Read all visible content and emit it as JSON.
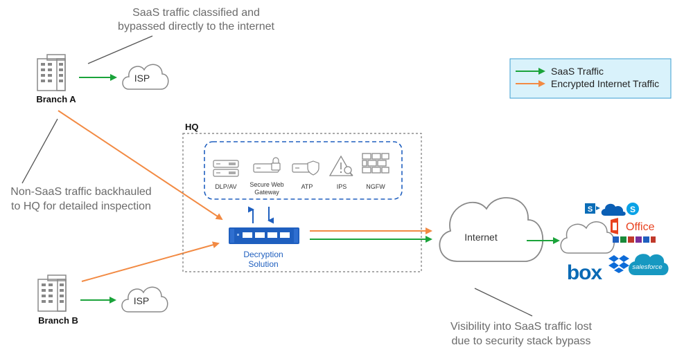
{
  "annotations": {
    "top_line1": "SaaS traffic classified and",
    "top_line2": "bypassed directly to the internet",
    "left_line1": "Non-SaaS traffic backhauled",
    "left_line2": "to HQ for detailed inspection",
    "bottom_line1": "Visibility into SaaS traffic lost",
    "bottom_line2": "due to security stack bypass"
  },
  "branches": {
    "a": "Branch A",
    "b": "Branch B"
  },
  "isp": {
    "a": "ISP",
    "b": "ISP"
  },
  "hq": {
    "title": "HQ",
    "security_stack": [
      {
        "id": "dlp",
        "label": "DLP/AV",
        "icon": "server-icon"
      },
      {
        "id": "swg",
        "label1": "Secure Web",
        "label2": "Gateway",
        "icon": "lock-server-icon"
      },
      {
        "id": "atp",
        "label": "ATP",
        "icon": "shield-server-icon"
      },
      {
        "id": "ips",
        "label": "IPS",
        "icon": "warning-search-icon"
      },
      {
        "id": "ngfw",
        "label": "NGFW",
        "icon": "firewall-icon"
      }
    ],
    "decryption_line1": "Decryption",
    "decryption_line2": "Solution"
  },
  "internet": {
    "label": "Internet"
  },
  "saas_apps": {
    "office": "Office",
    "box": "box",
    "salesforce": "salesforce"
  },
  "legend": {
    "saas": "SaaS Traffic",
    "encrypted": "Encrypted Internet Traffic",
    "background": "#d9f2fb",
    "border": "#3a9ed0"
  },
  "colors": {
    "saas": "#1aa33a",
    "encrypted": "#f28a43",
    "blue": "#1f5fbf",
    "gray_line": "#555555"
  }
}
